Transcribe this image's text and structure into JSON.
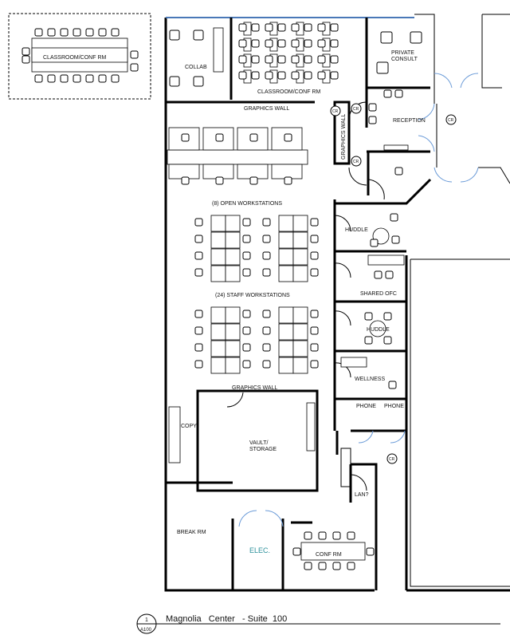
{
  "legend_box": {
    "label": "CLASSROOM/CONF RM"
  },
  "rooms": {
    "collab": "COLLAB",
    "classroom": "CLASSROOM/CONF RM",
    "graphics_wall_top": "GRAPHICS WALL",
    "graphics_wall_vertical": "GRAPHICS WALL",
    "private_consult_1": "PRIVATE",
    "private_consult_2": "CONSULT",
    "reception": "RECEPTION",
    "open_workstations": "(8)  OPEN WORKSTATIONS",
    "huddle_1": "HUDDLE",
    "shared_ofc": "SHARED OFC",
    "staff_workstations": "(24)  STAFF WORKSTATIONS",
    "huddle_2": "HUDDLE",
    "wellness": "WELLNESS",
    "graphics_wall_mid": "GRAPHICS WALL",
    "phone_1": "PHONE",
    "phone_2": "PHONE",
    "copy": "COPY",
    "vault_1": "VAULT/",
    "vault_2": "STORAGE",
    "lan": "LAN?",
    "break_rm": "BREAK RM",
    "elec": "ELEC.",
    "conf_rm": "CONF RM"
  },
  "cr_tag": "CR",
  "title_block": {
    "detail_number": "1",
    "sheet": "A100",
    "title": "Magnolia   Center   - Suite  100"
  },
  "colors": {
    "wall": "#000000",
    "storefront": "#4a78b8",
    "elec_label": "#2a8f9a"
  }
}
